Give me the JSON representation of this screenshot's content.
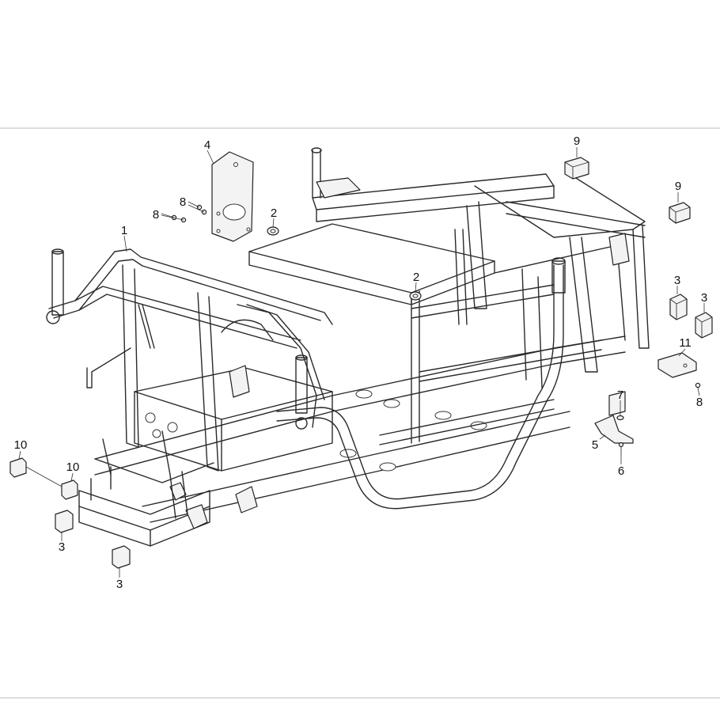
{
  "diagram": {
    "callouts": [
      {
        "id": "c1",
        "text": "1"
      },
      {
        "id": "c2a",
        "text": "2"
      },
      {
        "id": "c2b",
        "text": "2"
      },
      {
        "id": "c3a",
        "text": "3"
      },
      {
        "id": "c3b",
        "text": "3"
      },
      {
        "id": "c3c",
        "text": "3"
      },
      {
        "id": "c3d",
        "text": "3"
      },
      {
        "id": "c4",
        "text": "4"
      },
      {
        "id": "c5",
        "text": "5"
      },
      {
        "id": "c6",
        "text": "6"
      },
      {
        "id": "c7",
        "text": "7"
      },
      {
        "id": "c8a",
        "text": "8"
      },
      {
        "id": "c8b",
        "text": "8"
      },
      {
        "id": "c8c",
        "text": "8"
      },
      {
        "id": "c9a",
        "text": "9"
      },
      {
        "id": "c9b",
        "text": "9"
      },
      {
        "id": "c10a",
        "text": "10"
      },
      {
        "id": "c10b",
        "text": "10"
      },
      {
        "id": "c11",
        "text": "11"
      }
    ]
  }
}
